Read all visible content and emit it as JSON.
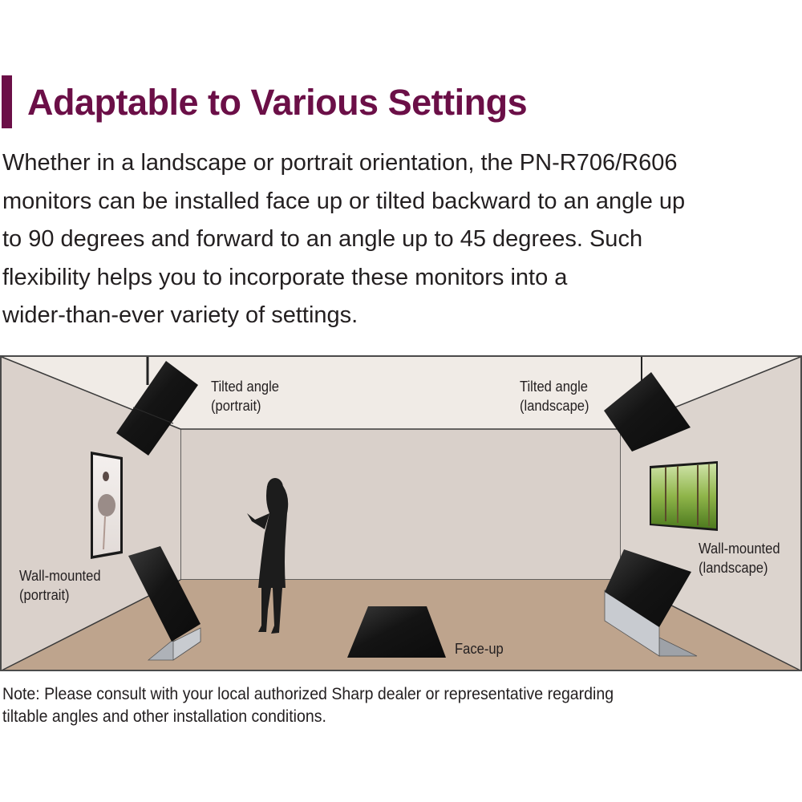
{
  "heading": {
    "title": "Adaptable to Various Settings",
    "accent_color": "#6b0f47"
  },
  "body": {
    "lines": [
      "Whether in a landscape or portrait orientation, the PN-R706/R606",
      "monitors can be installed face up or tilted backward to an angle up",
      "to 90 degrees and forward to an angle up to 45 degrees. Such",
      "flexibility helps you to incorporate these monitors into a",
      "wider-than-ever variety of settings."
    ]
  },
  "illustration": {
    "labels": {
      "tilted_portrait": [
        "Tilted angle",
        "(portrait)"
      ],
      "tilted_landscape": [
        "Tilted angle",
        "(landscape)"
      ],
      "wall_portrait": [
        "Wall-mounted",
        "(portrait)"
      ],
      "wall_landscape": [
        "Wall-mounted",
        "(landscape)"
      ],
      "face_up": "Face-up"
    },
    "colors": {
      "ceiling": "#f0ebe6",
      "wall": "#dad1cb",
      "floor": "#bea48d",
      "monitor": "#1a1a1a",
      "stand": "#c8cbd0",
      "outline": "#3a3a3a"
    }
  },
  "note": {
    "lines": [
      "Note: Please consult with your local authorized Sharp dealer or representative regarding",
      "tiltable angles and other installation conditions."
    ]
  }
}
